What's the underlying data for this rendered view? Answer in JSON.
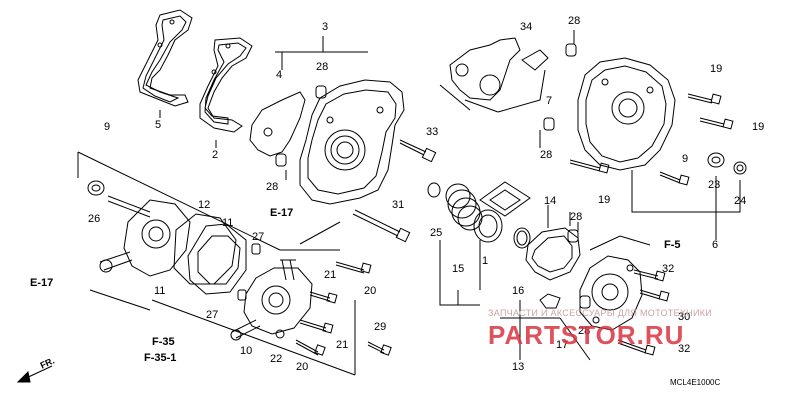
{
  "parts": {
    "p1": "1",
    "p2": "2",
    "p3": "3",
    "p4": "4",
    "p5": "5",
    "p6": "6",
    "p7": "7",
    "p9": "9",
    "p9b": "9",
    "p10": "10",
    "p11a": "11",
    "p11b": "11",
    "p12": "12",
    "p13": "13",
    "p14": "14",
    "p15": "15",
    "p16": "16",
    "p17": "17",
    "p19a": "19",
    "p19b": "19",
    "p19c": "19",
    "p20a": "20",
    "p20b": "20",
    "p21a": "21",
    "p21b": "21",
    "p22": "22",
    "p23": "23",
    "p24": "24",
    "p25": "25",
    "p26": "26",
    "p27a": "27",
    "p27b": "27",
    "p28a": "28",
    "p28b": "28",
    "p28c": "28",
    "p28d": "28",
    "p28e": "28",
    "p28f": "28",
    "p29": "29",
    "p30": "30",
    "p31": "31",
    "p32a": "32",
    "p32b": "32",
    "p33": "33",
    "p34": "34"
  },
  "refs": {
    "e17_top": "E-17",
    "e17_left": "E-17",
    "f5": "F-5",
    "f35": "F-35",
    "f351": "F-35-1"
  },
  "fr_arrow": "FR.",
  "watermark": {
    "text": "ЗАПЧАСТИ И АКСЕССУАРЫ ДЛЯ МОТОТЕХНИКИ",
    "logo": "PARTSTOR.RU"
  },
  "diagram_code": "MCL4E1000C",
  "colors": {
    "line": "#000000",
    "watermark": "#d9343f"
  }
}
